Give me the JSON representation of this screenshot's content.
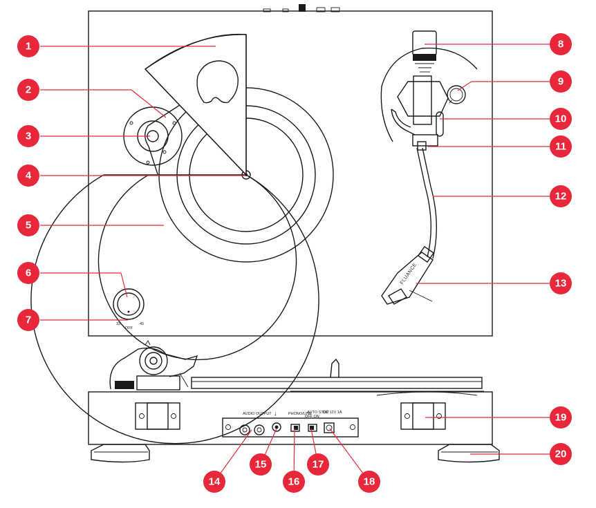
{
  "knob": {
    "left": "33",
    "center": "OFF",
    "right": "45"
  },
  "headshell_brand": "FLUANCE",
  "rear_panel": {
    "audio_output": "AUDIO OUTPUT",
    "phono_line": "PHONO/LINE",
    "auto_stop": "AUTO STOP",
    "auto_stop_states": "OFF  ON",
    "dc_in": "DC 12V 1A",
    "ground_glyph": "↓"
  },
  "callouts": [
    "1",
    "2",
    "3",
    "4",
    "5",
    "6",
    "7",
    "8",
    "9",
    "10",
    "11",
    "12",
    "13",
    "14",
    "15",
    "16",
    "17",
    "18",
    "19",
    "20"
  ],
  "colors": {
    "accent": "#e8283a",
    "line": "#1a1a1a"
  }
}
